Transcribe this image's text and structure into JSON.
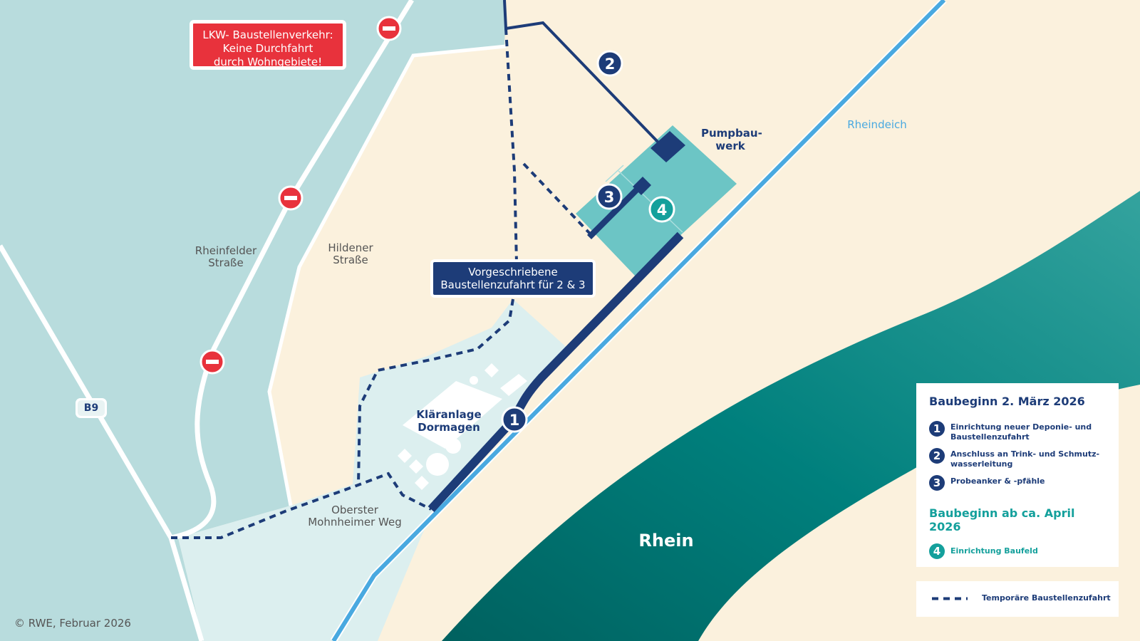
{
  "map": {
    "labels": {
      "rheinfelder": "Rheinfelder Straße",
      "hildener": "Hildener Straße",
      "oberster": "Oberster Mohnheimer Weg",
      "klaeranlage": "Kläranlage Dormagen",
      "pumpbauwerk": "Pumpbau- werk",
      "rheindeich": "Rheindeich",
      "rhein": "Rhein",
      "b9": "B9"
    },
    "callouts": {
      "lkw_line1": "LKW- Baustellenverkehr:",
      "lkw_line2": "Keine Durchfahrt",
      "lkw_line3": "durch Wohngebiete!",
      "zufahrt_line1": "Vorgeschriebene",
      "zufahrt_line2": "Baustellenzufahrt für 2 & 3"
    },
    "markers": [
      "1",
      "2",
      "3",
      "4"
    ],
    "copyright": "© RWE, Februar 2026"
  },
  "legend": {
    "section1_title": "Baubeginn 2. März 2026",
    "items1": [
      {
        "num": "1",
        "text": "Einrichtung neuer Deponie- und Baustellenzufahrt"
      },
      {
        "num": "2",
        "text": "Anschluss an Trink- und Schmutz- wasserleitung"
      },
      {
        "num": "3",
        "text": "Probeanker & -pfähle"
      }
    ],
    "section2_title": "Baubeginn ab ca. April 2026",
    "items2": [
      {
        "num": "4",
        "text": "Einrichtung Baufeld"
      }
    ],
    "dash_label": "Temporäre Baustellenzufahrt"
  },
  "colors": {
    "navy": "#1d3c78",
    "teal": "#14a09c",
    "river": "#00807d",
    "red": "#e8323c",
    "land": "#fbf1dd",
    "residential": "#b8dcdd",
    "plant": "#dcefef",
    "dike": "#49a9e0"
  }
}
